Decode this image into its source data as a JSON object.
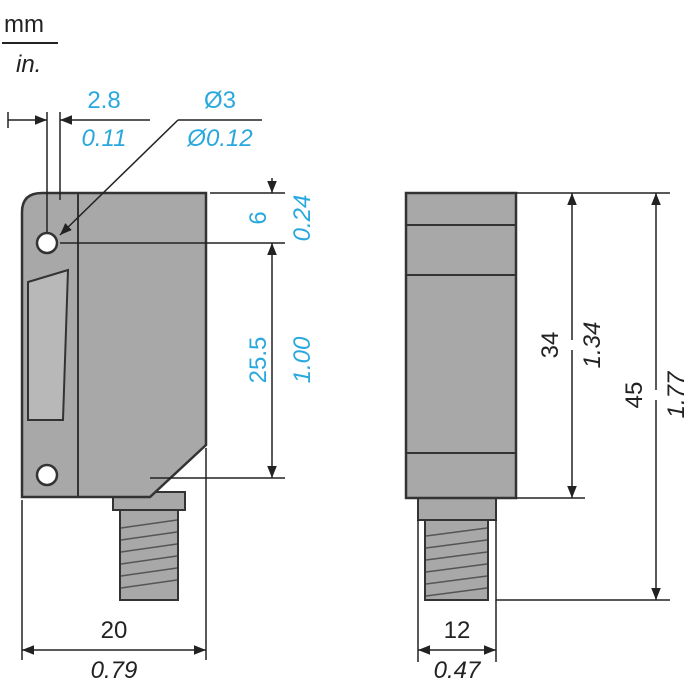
{
  "units": {
    "metric": "mm",
    "imperial": "in."
  },
  "colors": {
    "body_fill": "#a8a8a8",
    "outline": "#333333",
    "dimension_blue": "#29a8de",
    "dimension_black": "#222222"
  },
  "front_view": {
    "offset": {
      "mm": "2.8",
      "in": "0.11"
    },
    "hole": {
      "mm": "Ø3",
      "in": "Ø0.12"
    },
    "top_to_hole": {
      "mm": "6",
      "in": "0.24"
    },
    "hole_spacing": {
      "mm": "25.5",
      "in": "1.00"
    },
    "width": {
      "mm": "20",
      "in": "0.79"
    }
  },
  "side_view": {
    "body_height": {
      "mm": "34",
      "in": "1.34"
    },
    "total_height": {
      "mm": "45",
      "in": "1.77"
    },
    "width": {
      "mm": "12",
      "in": "0.47"
    }
  }
}
